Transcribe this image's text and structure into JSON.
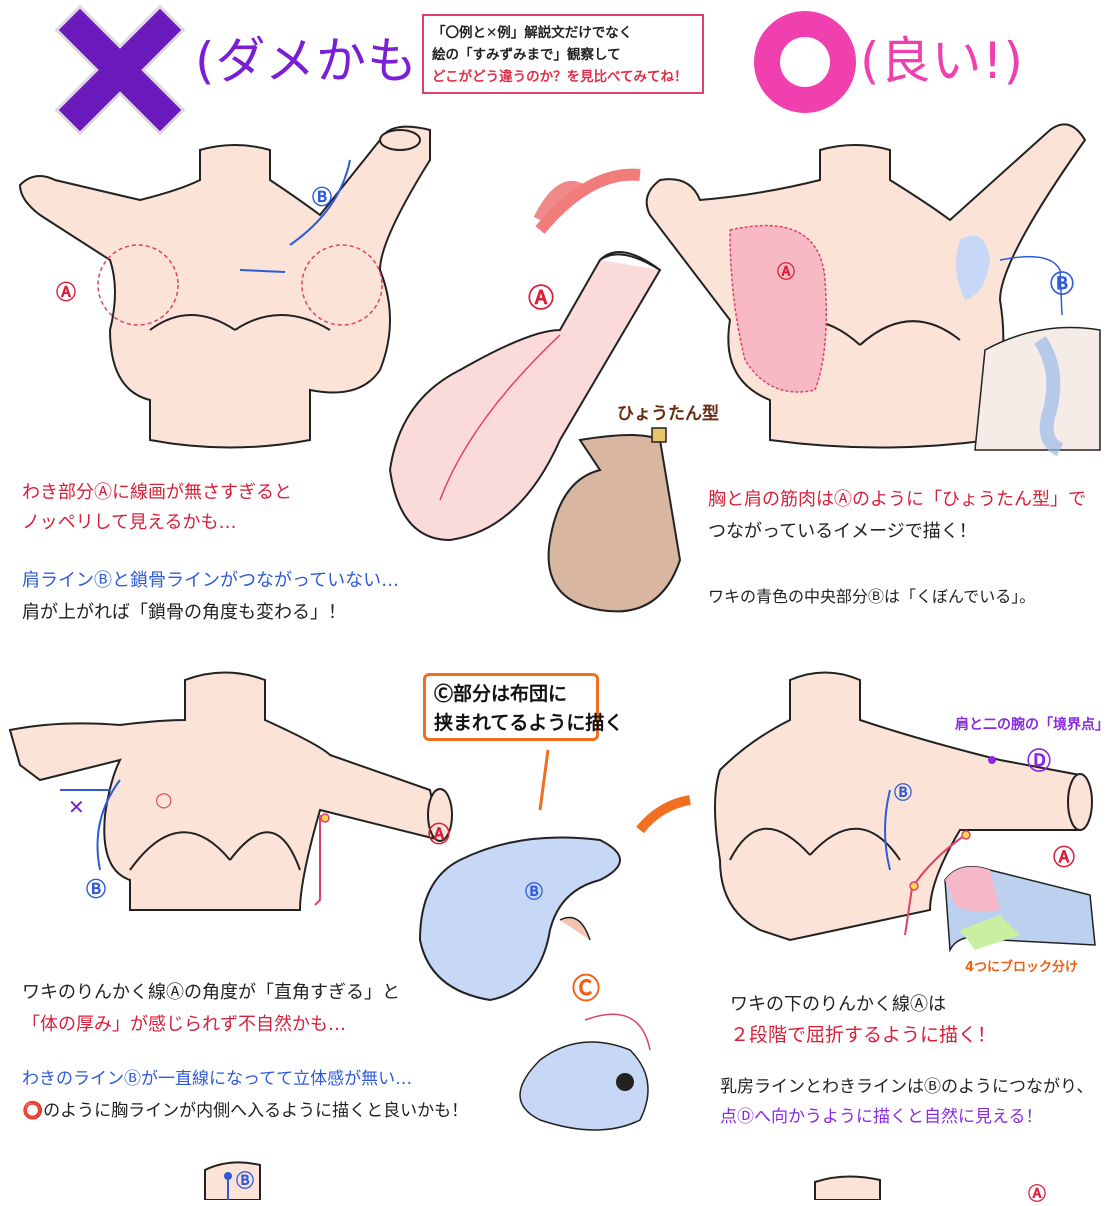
{
  "header": {
    "bad_mark": "✕",
    "bad_label": "(ダメかも..)",
    "good_mark": "◯",
    "good_label": "(良い!)",
    "note_line1": "「〇例と✕例」解説文だけでなく",
    "note_line2": "絵の「すみずみまで」観察して",
    "note_line3": "どこがどう違うのか？を見比べてみてね！"
  },
  "panel1": {
    "label_a": "Ⓐ",
    "label_b": "Ⓑ",
    "cap_line1": "わき部分Ⓐに線画が無さすぎると",
    "cap_line2": "ノッペリして見えるかも…",
    "cap_line3": "肩ラインⒷと鎖骨ラインがつながっていない…",
    "cap_line4": "肩が上がれば「鎖骨の角度も変わる」！"
  },
  "panel_mid_top": {
    "label_a": "Ⓐ",
    "gourd_label": "ひょうたん型"
  },
  "panel2": {
    "label_a": "Ⓐ",
    "label_b": "Ⓑ",
    "cap_line1": "胸と肩の筋肉はⒶのように「ひょうたん型」で",
    "cap_line2": "つながっているイメージで描く！",
    "cap_line3": "ワキの青色の中央部分Ⓑは「くぼんでいる」。"
  },
  "panel3": {
    "label_x": "✕",
    "label_o": "○",
    "label_a": "Ⓐ",
    "label_b": "Ⓑ",
    "cap_line1": "ワキのりんかく線Ⓐの角度が「直角すぎる」と",
    "cap_line2": "「体の厚み」が感じられず不自然かも…",
    "cap_line3": "わきのラインⒷが一直線になってて立体感が無い…",
    "cap_line4": "のように胸ラインが内側へ入るように描くと良いかも！"
  },
  "panel_mid_bottom": {
    "callout_line1": "Ⓒ部分は布団に",
    "callout_line2": "挟まれてるように描く",
    "label_b": "Ⓑ",
    "label_c": "Ⓒ"
  },
  "panel4": {
    "label_d_text": "肩と二の腕の「境界点」",
    "label_d": "Ⓓ",
    "label_b": "Ⓑ",
    "label_a": "Ⓐ",
    "block_label": "4つにブロック分け",
    "cap_line1": "ワキの下のりんかく線Ⓐは",
    "cap_line2": "２段階で屈折するように描く！",
    "cap_line3": "乳房ラインとわきラインはⒷのようにつながり、",
    "cap_line4": "点Ⓓへ向かうように描くと自然に見える！"
  },
  "panel_bottom": {
    "label_b": "Ⓑ",
    "label_a": "Ⓐ"
  },
  "colors": {
    "skin": "#fbe3d8",
    "line": "#222222",
    "accent_red": "#e0304a",
    "accent_blue": "#2f5bd8",
    "accent_purple": "#8a2be2",
    "accent_orange": "#f07020",
    "pink_fill": "#f7b9c4",
    "blue_fill": "#c6d8f5"
  }
}
